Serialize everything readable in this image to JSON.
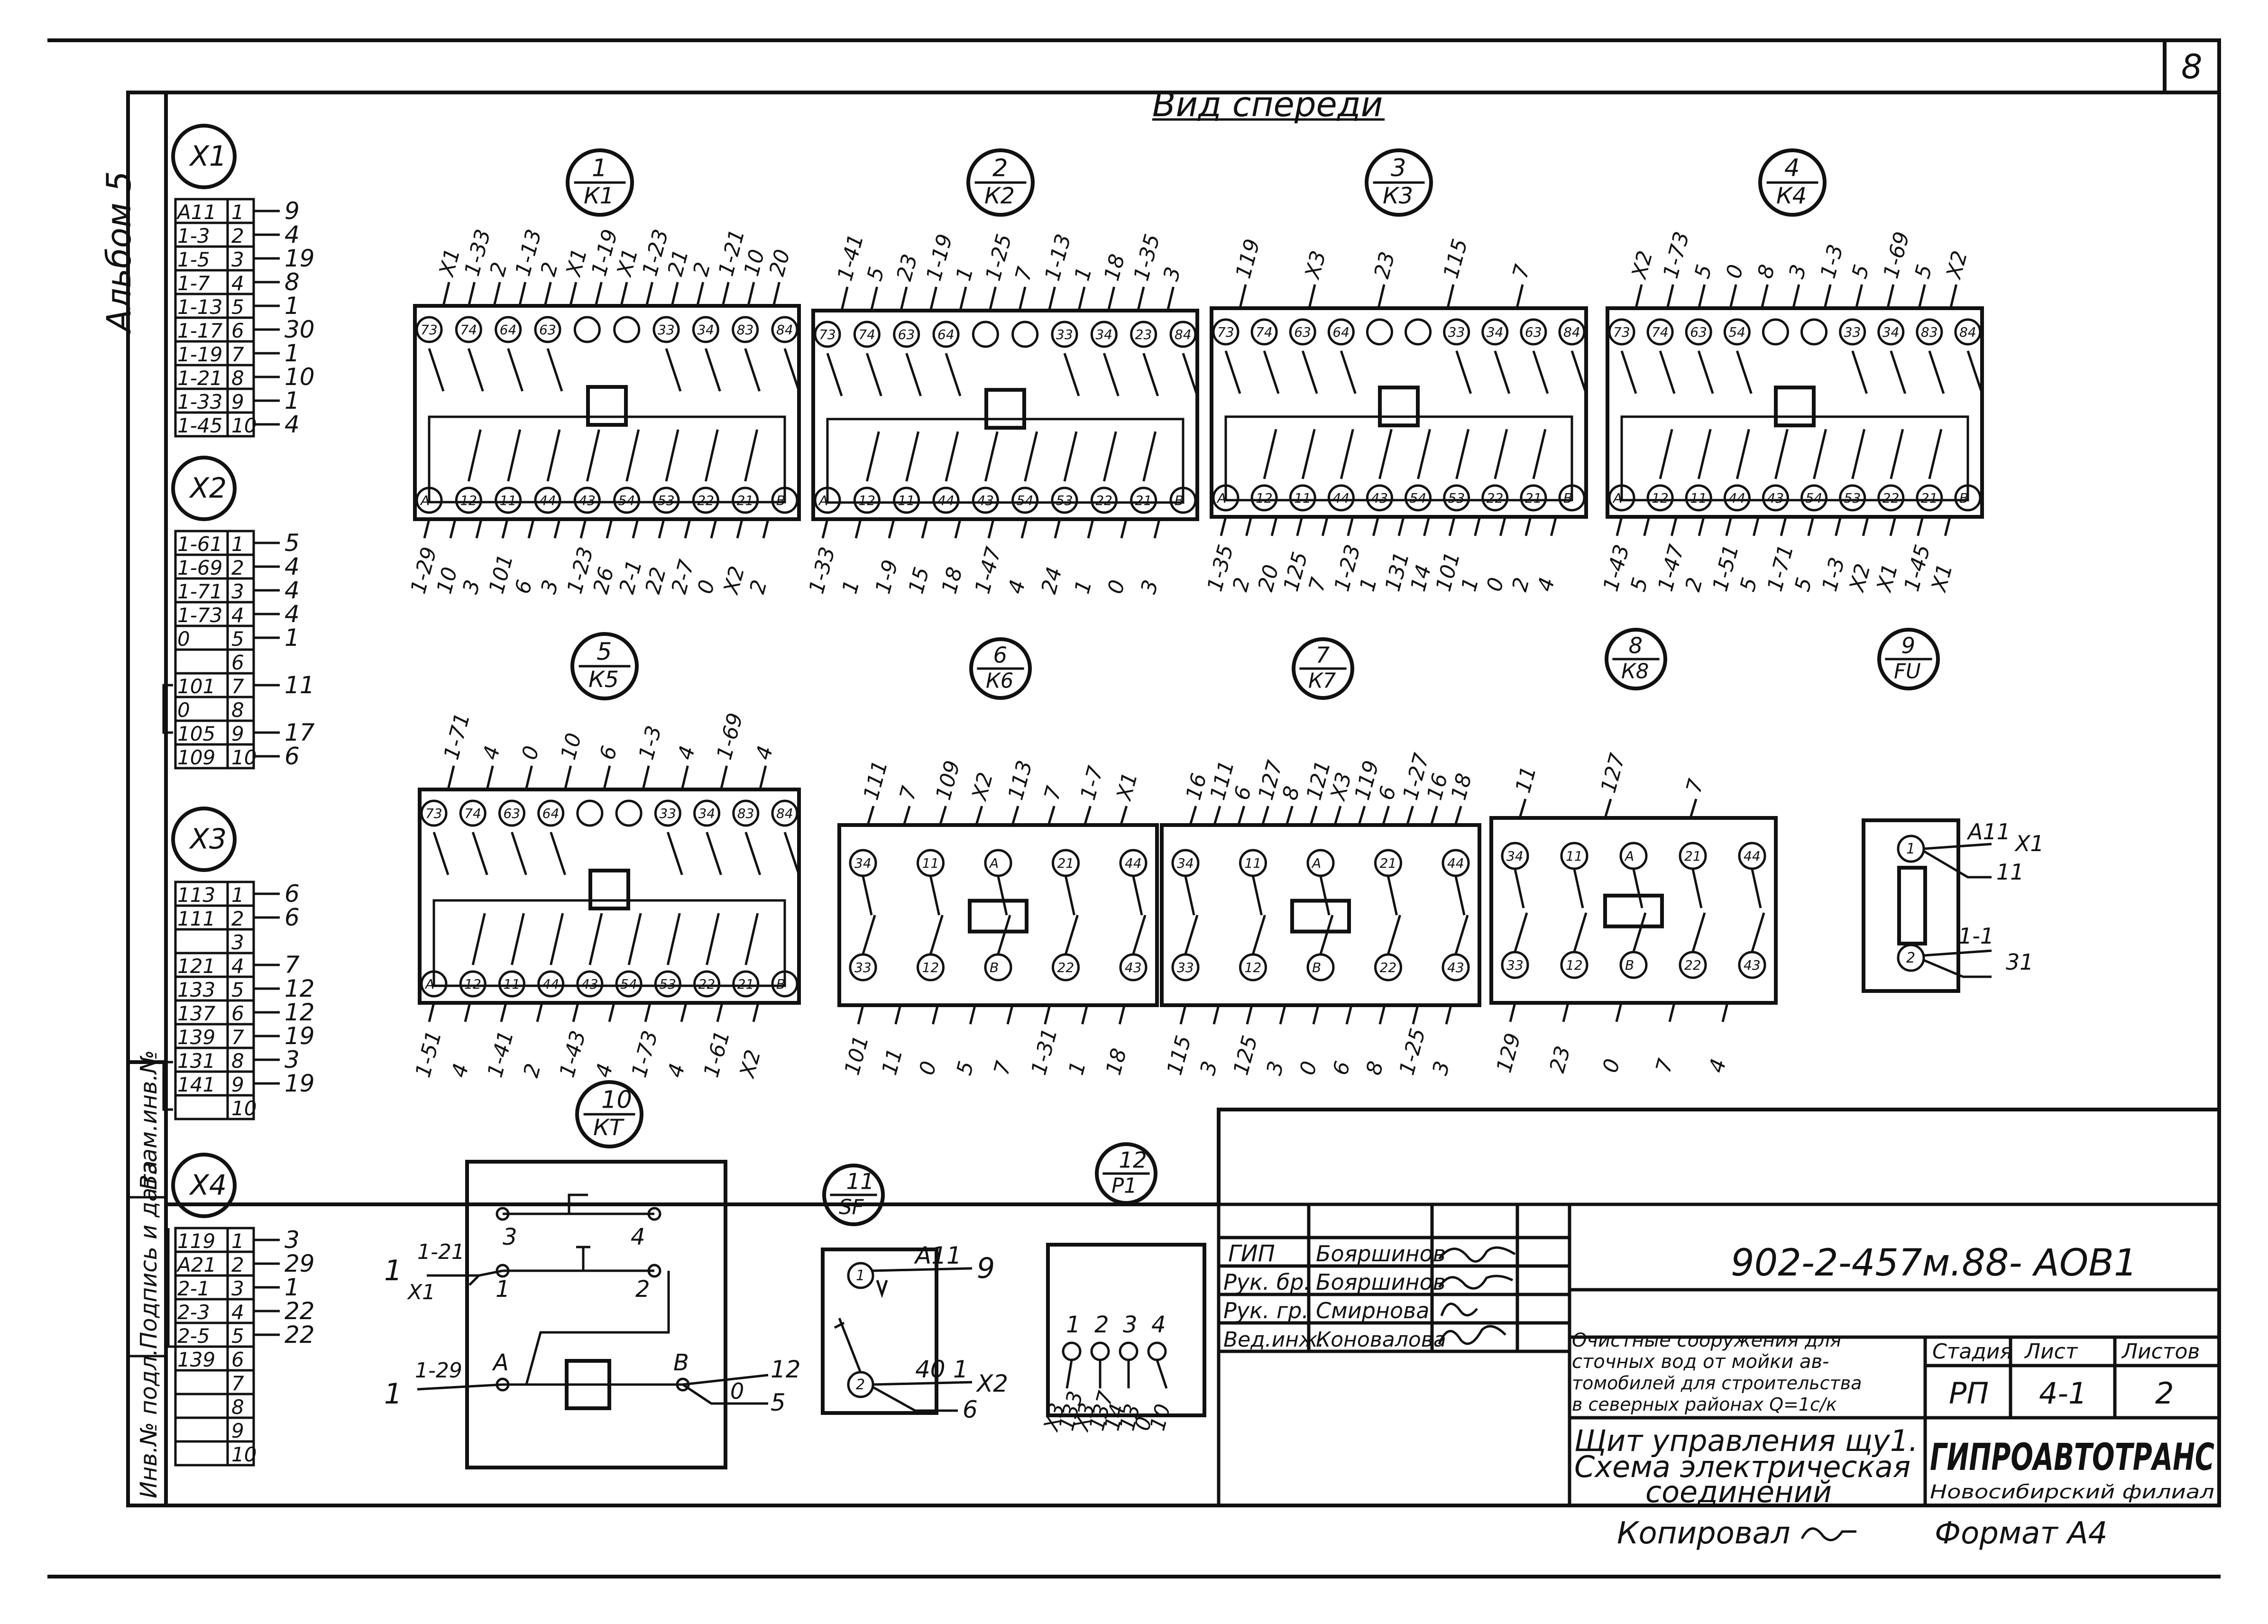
{
  "sheet_number": "8",
  "view_title": "Вид спереди",
  "album_label": "Альбом 5",
  "side_stamp": [
    "Инв.№ подл.",
    "Подпись и дата",
    "Взам.инв.№"
  ],
  "terminals": [
    {
      "id": "X1",
      "rows": [
        {
          "wire": "А11",
          "n": "1",
          "out": "9"
        },
        {
          "wire": "1-3",
          "n": "2",
          "out": "4"
        },
        {
          "wire": "1-5",
          "n": "3",
          "out": "19"
        },
        {
          "wire": "1-7",
          "n": "4",
          "out": "8"
        },
        {
          "wire": "1-13",
          "n": "5",
          "out": "1"
        },
        {
          "wire": "1-17",
          "n": "6",
          "out": "30"
        },
        {
          "wire": "1-19",
          "n": "7",
          "out": "1"
        },
        {
          "wire": "1-21",
          "n": "8",
          "out": "10"
        },
        {
          "wire": "1-33",
          "n": "9",
          "out": "1"
        },
        {
          "wire": "1-45",
          "n": "10",
          "out": "4"
        }
      ]
    },
    {
      "id": "X2",
      "rows": [
        {
          "wire": "1-61",
          "n": "1",
          "out": "5"
        },
        {
          "wire": "1-69",
          "n": "2",
          "out": "4"
        },
        {
          "wire": "1-71",
          "n": "3",
          "out": "4"
        },
        {
          "wire": "1-73",
          "n": "4",
          "out": "4"
        },
        {
          "wire": "0",
          "n": "5",
          "out": "1"
        },
        {
          "wire": "",
          "n": "6",
          "out": ""
        },
        {
          "wire": "101",
          "n": "7",
          "out": "11"
        },
        {
          "wire": "0",
          "n": "8",
          "out": ""
        },
        {
          "wire": "105",
          "n": "9",
          "out": "17"
        },
        {
          "wire": "109",
          "n": "10",
          "out": "6"
        }
      ]
    },
    {
      "id": "X3",
      "rows": [
        {
          "wire": "113",
          "n": "1",
          "out": "6"
        },
        {
          "wire": "111",
          "n": "2",
          "out": "6"
        },
        {
          "wire": "",
          "n": "3",
          "out": ""
        },
        {
          "wire": "121",
          "n": "4",
          "out": "7"
        },
        {
          "wire": "133",
          "n": "5",
          "out": "12"
        },
        {
          "wire": "137",
          "n": "6",
          "out": "12"
        },
        {
          "wire": "139",
          "n": "7",
          "out": "19"
        },
        {
          "wire": "131",
          "n": "8",
          "out": "3"
        },
        {
          "wire": "141",
          "n": "9",
          "out": "19"
        },
        {
          "wire": "",
          "n": "10",
          "out": ""
        }
      ]
    },
    {
      "id": "X4",
      "rows": [
        {
          "wire": "119",
          "n": "1",
          "out": "3"
        },
        {
          "wire": "А21",
          "n": "2",
          "out": "29"
        },
        {
          "wire": "2-1",
          "n": "3",
          "out": "1"
        },
        {
          "wire": "2-3",
          "n": "4",
          "out": "22"
        },
        {
          "wire": "2-5",
          "n": "5",
          "out": "22"
        },
        {
          "wire": "139",
          "n": "6",
          "out": ""
        },
        {
          "wire": "",
          "n": "7",
          "out": ""
        },
        {
          "wire": "",
          "n": "8",
          "out": ""
        },
        {
          "wire": "",
          "n": "9",
          "out": ""
        },
        {
          "wire": "",
          "n": "10",
          "out": ""
        }
      ]
    }
  ],
  "devices": [
    {
      "num": "1",
      "code": "К1",
      "top_terms": [
        "73",
        "74",
        "64",
        "63",
        "",
        "",
        "33",
        "34",
        "83",
        "84"
      ],
      "bottom_terms": [
        "А",
        "12",
        "11",
        "44",
        "43",
        "54",
        "53",
        "22",
        "21",
        "В"
      ],
      "top_wires": [
        "Х1",
        "1-33",
        "2",
        "1-13",
        "2",
        "Х1",
        "1-19",
        "Х1",
        "1-23",
        "21",
        "2",
        "1-21",
        "10",
        "20"
      ],
      "bottom_wires": [
        "1-29",
        "10",
        "3",
        "101",
        "6",
        "3",
        "1-23",
        "26",
        "2-1",
        "22",
        "2-7",
        "0",
        "Х2",
        "2"
      ]
    },
    {
      "num": "2",
      "code": "К2",
      "top_terms": [
        "73",
        "74",
        "63",
        "64",
        "",
        "",
        "33",
        "34",
        "23",
        "84"
      ],
      "bottom_terms": [
        "А",
        "12",
        "11",
        "44",
        "43",
        "54",
        "53",
        "22",
        "21",
        "В"
      ],
      "top_wires": [
        "1-41",
        "5",
        "23",
        "1-19",
        "1",
        "1-25",
        "7",
        "1-13",
        "1",
        "18",
        "1-35",
        "3"
      ],
      "bottom_wires": [
        "1-33",
        "1",
        "1-9",
        "15",
        "18",
        "1-47",
        "4",
        "24",
        "1",
        "0",
        "3"
      ]
    },
    {
      "num": "3",
      "code": "К3",
      "top_terms": [
        "73",
        "74",
        "63",
        "64",
        "",
        "",
        "33",
        "34",
        "63",
        "84"
      ],
      "bottom_terms": [
        "А",
        "12",
        "11",
        "44",
        "43",
        "54",
        "53",
        "22",
        "21",
        "В"
      ],
      "top_wires": [
        "119",
        "Х3",
        "23",
        "115",
        "7"
      ],
      "bottom_wires": [
        "1-35",
        "2",
        "20",
        "125",
        "7",
        "1-23",
        "1",
        "131",
        "14",
        "101",
        "1",
        "0",
        "2",
        "4"
      ]
    },
    {
      "num": "4",
      "code": "К4",
      "top_terms": [
        "73",
        "74",
        "63",
        "54",
        "",
        "",
        "33",
        "34",
        "83",
        "84"
      ],
      "bottom_terms": [
        "А",
        "12",
        "11",
        "44",
        "43",
        "54",
        "53",
        "22",
        "21",
        "В"
      ],
      "top_wires": [
        "Х2",
        "1-73",
        "5",
        "0",
        "8",
        "3",
        "1-3",
        "5",
        "1-69",
        "5",
        "Х2"
      ],
      "bottom_wires": [
        "1-43",
        "5",
        "1-47",
        "2",
        "1-51",
        "5",
        "1-71",
        "5",
        "1-3",
        "Х2",
        "Х1",
        "1-45",
        "Х1"
      ]
    },
    {
      "num": "5",
      "code": "К5",
      "top_terms": [
        "73",
        "74",
        "63",
        "64",
        "",
        "",
        "33",
        "34",
        "83",
        "84"
      ],
      "bottom_terms": [
        "А",
        "12",
        "11",
        "44",
        "43",
        "54",
        "53",
        "22",
        "21",
        "В"
      ],
      "top_wires": [
        "1-71",
        "4",
        "0",
        "10",
        "6",
        "1-3",
        "4",
        "1-69",
        "4"
      ],
      "bottom_wires": [
        "1-51",
        "4",
        "1-41",
        "2",
        "1-43",
        "4",
        "1-73",
        "4",
        "1-61",
        "Х2"
      ]
    },
    {
      "num": "6",
      "code": "К6",
      "top_terms": [
        "34",
        "11",
        "А",
        "21",
        "44"
      ],
      "bottom_terms": [
        "33",
        "12",
        "В",
        "22",
        "43"
      ],
      "top_wires": [
        "111",
        "7",
        "109",
        "Х2",
        "113",
        "7",
        "1-7",
        "Х1"
      ],
      "bottom_wires": [
        "101",
        "11",
        "0",
        "5",
        "7",
        "1-31",
        "1",
        "18"
      ]
    },
    {
      "num": "7",
      "code": "К7",
      "top_terms": [
        "34",
        "11",
        "А",
        "21",
        "44"
      ],
      "bottom_terms": [
        "33",
        "12",
        "В",
        "22",
        "43"
      ],
      "top_wires": [
        "16",
        "111",
        "6",
        "127",
        "8",
        "121",
        "Х3",
        "119",
        "6",
        "1-27",
        "16",
        "18"
      ],
      "bottom_wires": [
        "115",
        "3",
        "125",
        "3",
        "0",
        "6",
        "8",
        "1-25",
        "3"
      ]
    },
    {
      "num": "8",
      "code": "К8",
      "top_terms": [
        "34",
        "11",
        "А",
        "21",
        "44"
      ],
      "bottom_terms": [
        "33",
        "12",
        "В",
        "22",
        "43"
      ],
      "top_wires": [
        "11",
        "127",
        "7"
      ],
      "bottom_wires": [
        "129",
        "23",
        "0",
        "7",
        "4"
      ]
    },
    {
      "num": "9",
      "code": "FU",
      "top_terms": [
        "1"
      ],
      "bottom_terms": [
        "2"
      ],
      "top_wires": [
        "А11",
        "Х1",
        "11"
      ],
      "bottom_wires": [
        "1-1",
        "31"
      ]
    },
    {
      "num": "10",
      "code": "КТ",
      "top_terms": [
        "3",
        "4",
        "1",
        "2"
      ],
      "bottom_terms": [
        "А",
        "В"
      ],
      "top_wires": [
        "1",
        "1-21",
        "Х1"
      ],
      "bottom_wires": [
        "1",
        "1-29",
        "12",
        "0",
        "5"
      ]
    },
    {
      "num": "11",
      "code": "SF",
      "top_terms": [
        "1"
      ],
      "bottom_terms": [
        "2"
      ],
      "top_wires": [
        "А11",
        "9"
      ],
      "bottom_wires": [
        "40",
        "1",
        "Х2",
        "6"
      ]
    },
    {
      "num": "12",
      "code": "Р1",
      "top_terms": [
        "1",
        "2",
        "3",
        "4"
      ],
      "bottom_terms": [],
      "top_wires": [],
      "bottom_wires": [
        "Х3",
        "133",
        "Х3",
        "137",
        "14",
        "13",
        "0",
        "10"
      ]
    }
  ],
  "stamp": {
    "doc_code": "902-2-457м.88-  АОВ1",
    "roles": [
      {
        "role": "ГИП",
        "name": "Бояршинов"
      },
      {
        "role": "Рук. бр.",
        "name": "Бояршинов"
      },
      {
        "role": "Рук. гр.",
        "name": "Смирнова"
      },
      {
        "role": "Вед.инж.",
        "name": "Коновалова"
      }
    ],
    "project_lines": [
      "Очистные сооружения для",
      "сточных вод от мойки ав-",
      "томобилей для строительства",
      "в северных районах Q=1с/к"
    ],
    "sheet_title_lines": [
      "Щит управления щу1.",
      "Схема электрическая",
      "соединений"
    ],
    "head_stage": "Стадия",
    "head_sheet": "Лист",
    "head_sheets": "Листов",
    "stage": "РП",
    "sheet": "4-1",
    "sheets": "2",
    "org": "ГИПРОАВТОТРАНС",
    "branch": "Новосибирский филиал",
    "copied": "Копировал",
    "format": "Формат А4"
  }
}
